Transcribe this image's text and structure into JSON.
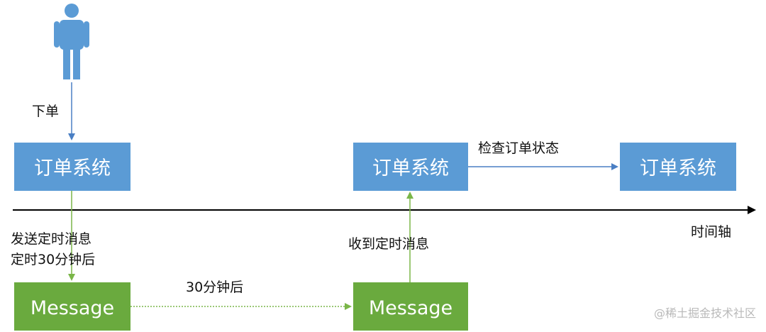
{
  "nodes": {
    "order_system_1": {
      "label": "订单系统"
    },
    "order_system_2": {
      "label": "订单系统"
    },
    "order_system_3": {
      "label": "订单系统"
    },
    "message_1": {
      "label": "Message"
    },
    "message_2": {
      "label": "Message"
    }
  },
  "edges": {
    "place_order": {
      "label": "下单"
    },
    "send_delayed": {
      "line1": "发送定时消息",
      "line2": "定时30分钟后"
    },
    "after_30min": {
      "label": "30分钟后"
    },
    "receive_msg": {
      "label": "收到定时消息"
    },
    "check_status": {
      "label": "检查订单状态"
    }
  },
  "timeline": {
    "label": "时间轴"
  },
  "watermark": {
    "text": "@稀土掘金技术社区"
  },
  "colors": {
    "system_box": "#5b9bd5",
    "message_box": "#6aaa3e",
    "blue_arrow": "#4a7fc4",
    "green_arrow": "#7ab648",
    "timeline": "#000000",
    "person": "#5b9bd5"
  }
}
